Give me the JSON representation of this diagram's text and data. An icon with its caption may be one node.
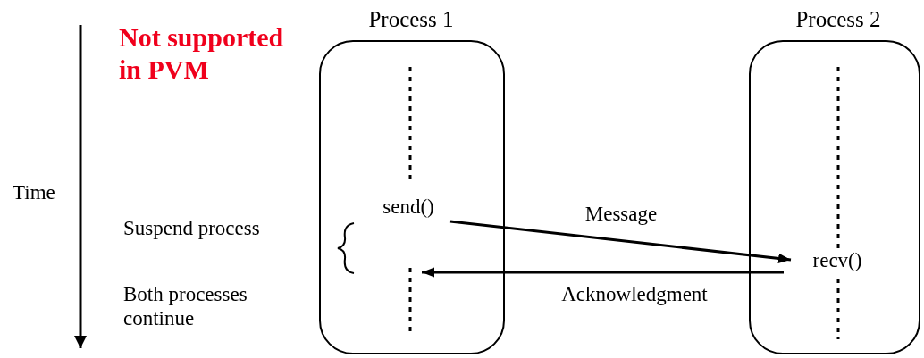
{
  "diagram": {
    "nodes": [
      {
        "text": [
          "Process 1"
        ]
      },
      {
        "text": [
          "Process 2"
        ]
      },
      {
        "text": [
          "send()"
        ],
        "in": 0
      },
      {
        "text": [
          "recv()"
        ],
        "in": 1
      }
    ],
    "edges": [
      {
        "from": 2,
        "to": 3,
        "arrow": "to",
        "label": "Message"
      },
      {
        "from": 3,
        "to": null,
        "arrow": "to",
        "label": "Acknowledgment"
      }
    ],
    "labels": [
      "Not supported in PVM",
      "Time",
      "Suspend process",
      "Both processes continue"
    ]
  }
}
